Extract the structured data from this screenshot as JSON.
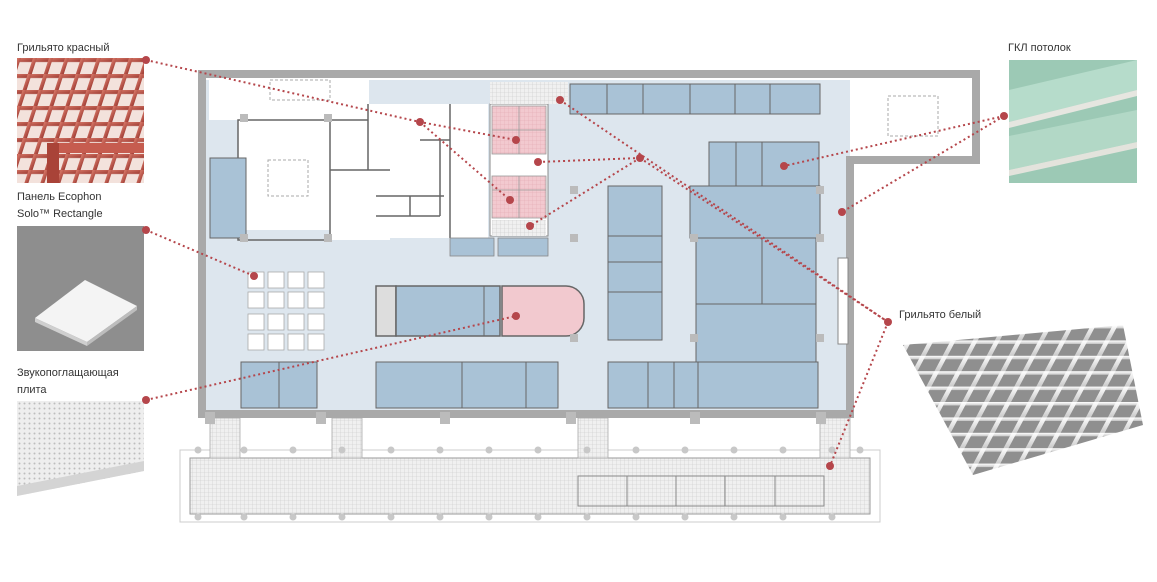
{
  "labels": {
    "grilyato_red": "Грильято красный",
    "ecophon_line1": "Панель Ecophon",
    "ecophon_line2": "Solo™ Rectangle",
    "sound_line1": "Звукопоглащающая",
    "sound_line2": "плита",
    "gkl": "ГКЛ потолок",
    "grilyato_white": "Грильято белый"
  },
  "colors": {
    "leader": "#b5464b",
    "wall": "#a9a9a9",
    "floor": "#dde6ee",
    "room_blue": "#a9c2d6",
    "room_pink": "#f2c9cf",
    "grilyato_red": "#c2574d",
    "gkl_green": "#a9d3c1"
  }
}
